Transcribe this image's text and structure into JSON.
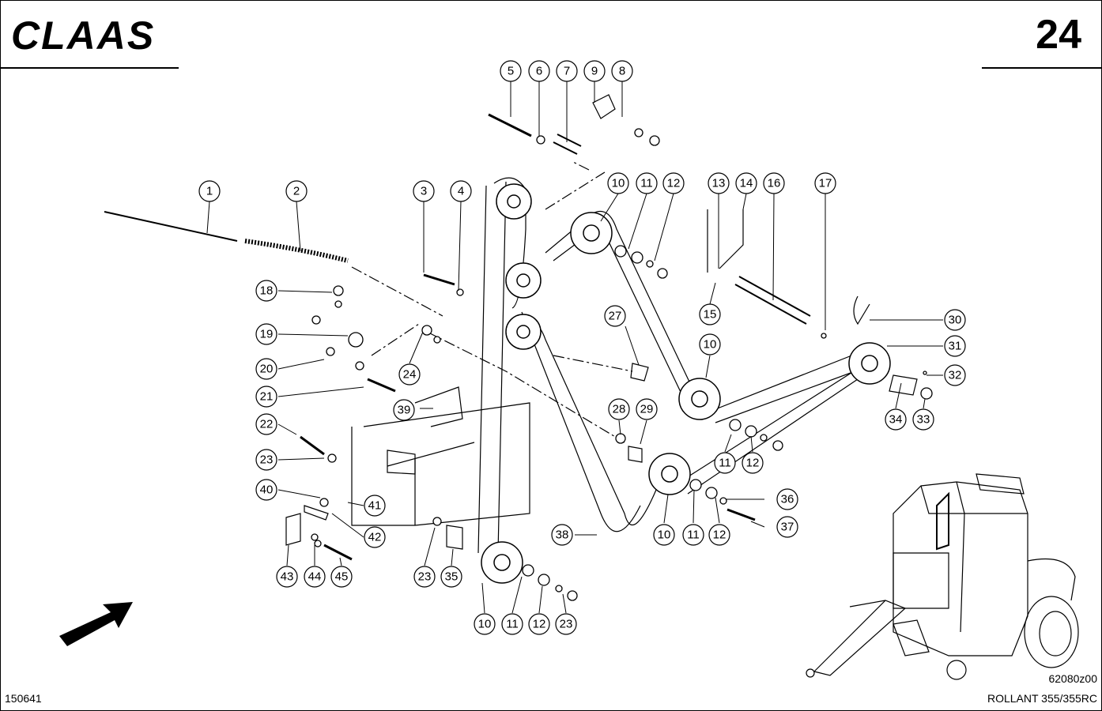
{
  "header": {
    "logo_text": "CLAAS",
    "page_number": "24"
  },
  "footer": {
    "document_number": "150641",
    "drawing_number": "62080z00",
    "model": "ROLLANT 355/355RC"
  },
  "callouts": [
    "1",
    "2",
    "3",
    "4",
    "5",
    "6",
    "7",
    "8",
    "9",
    "10",
    "11",
    "12",
    "13",
    "14",
    "16",
    "17",
    "15",
    "10",
    "18",
    "19",
    "20",
    "21",
    "24",
    "27",
    "30",
    "31",
    "32",
    "34",
    "33",
    "39",
    "22",
    "28",
    "29",
    "23",
    "11",
    "12",
    "40",
    "41",
    "42",
    "36",
    "37",
    "38",
    "10",
    "11",
    "12",
    "43",
    "44",
    "45",
    "23",
    "35",
    "10",
    "11",
    "12",
    "23"
  ]
}
